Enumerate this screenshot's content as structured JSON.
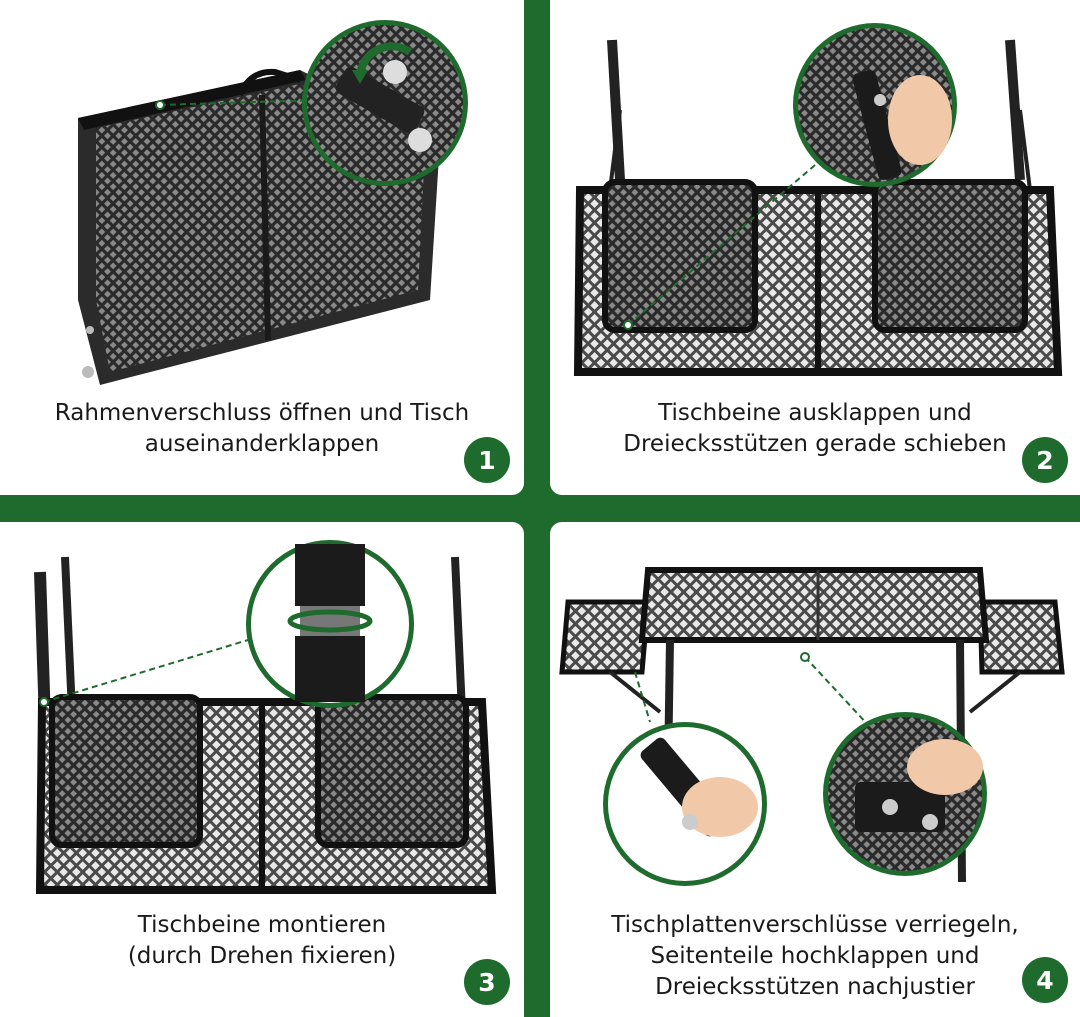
{
  "steps": [
    {
      "number": "1",
      "lines": [
        "Rahmenverschluss öffnen und Tisch",
        "auseinanderklappen"
      ]
    },
    {
      "number": "2",
      "lines": [
        "Tischbeine ausklappen und",
        "Dreiecksstützen gerade schieben"
      ]
    },
    {
      "number": "3",
      "lines": [
        "Tischbeine montieren",
        "(durch Drehen fixieren)"
      ]
    },
    {
      "number": "4",
      "lines": [
        "Tischplattenverschlüsse verriegeln,",
        "Seitenteile hochklappen und",
        "Dreiecksstützen nachjustier"
      ]
    }
  ],
  "colors": {
    "accent": "#1f6b2e",
    "frame": "#1a1a1a",
    "panel": "#ffffff"
  }
}
